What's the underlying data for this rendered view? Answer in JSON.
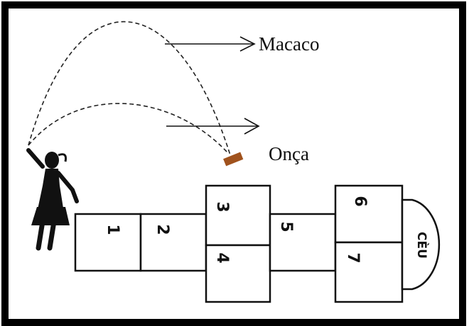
{
  "labels": {
    "upper_arrow": "Macaco",
    "lower_arrow": "Onça"
  },
  "hopscotch": {
    "cells": [
      {
        "id": "1",
        "label": "1"
      },
      {
        "id": "2",
        "label": "2"
      },
      {
        "id": "3",
        "label": "3"
      },
      {
        "id": "4",
        "label": "4"
      },
      {
        "id": "5",
        "label": "5"
      },
      {
        "id": "6",
        "label": "6"
      },
      {
        "id": "7",
        "label": "7"
      }
    ],
    "end_label": "CÈU"
  },
  "colors": {
    "border": "#000000",
    "lines": "#111111",
    "marker": "#a0521d",
    "figure": "#111111"
  },
  "icons": {
    "child": "child-silhouette-icon",
    "marker": "stone-marker-icon"
  }
}
